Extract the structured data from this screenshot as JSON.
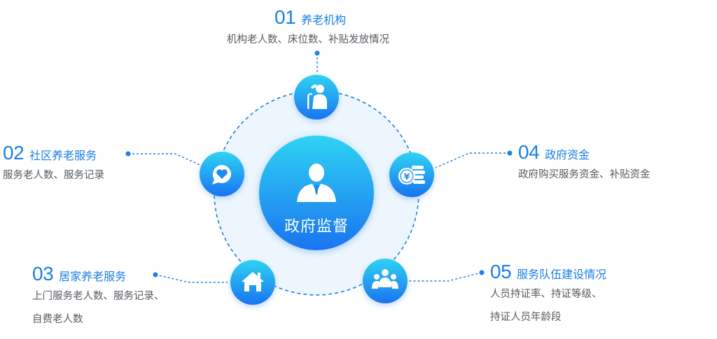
{
  "center": {
    "title": "政府监督",
    "icon": "official-person-icon"
  },
  "nodes": [
    {
      "num": "01",
      "title": "养老机构",
      "desc": [
        "机构老人数、床位数、补贴发放情况"
      ],
      "icon": "elderly-care-icon"
    },
    {
      "num": "02",
      "title": "社区养老服务",
      "desc": [
        "服务老人数、服务记录"
      ],
      "icon": "heart-chat-icon"
    },
    {
      "num": "03",
      "title": "居家养老服务",
      "desc": [
        "上门服务老人数、服务记录、",
        "自费老人数"
      ],
      "icon": "home-icon"
    },
    {
      "num": "04",
      "title": "政府资金",
      "desc": [
        "政府购买服务资金、补贴资金"
      ],
      "icon": "yuan-coin-icon"
    },
    {
      "num": "05",
      "title": "服务队伍建设情况",
      "desc": [
        "人员持证率、持证等级、",
        "持证人员年龄段"
      ],
      "icon": "team-icon"
    }
  ],
  "colors": {
    "accent": "#1a7fe6",
    "gradient_top": "#2fd3f3",
    "gradient_bottom": "#1a74f0",
    "ring_fill": "#eaf4fd",
    "text": "#555a60"
  }
}
